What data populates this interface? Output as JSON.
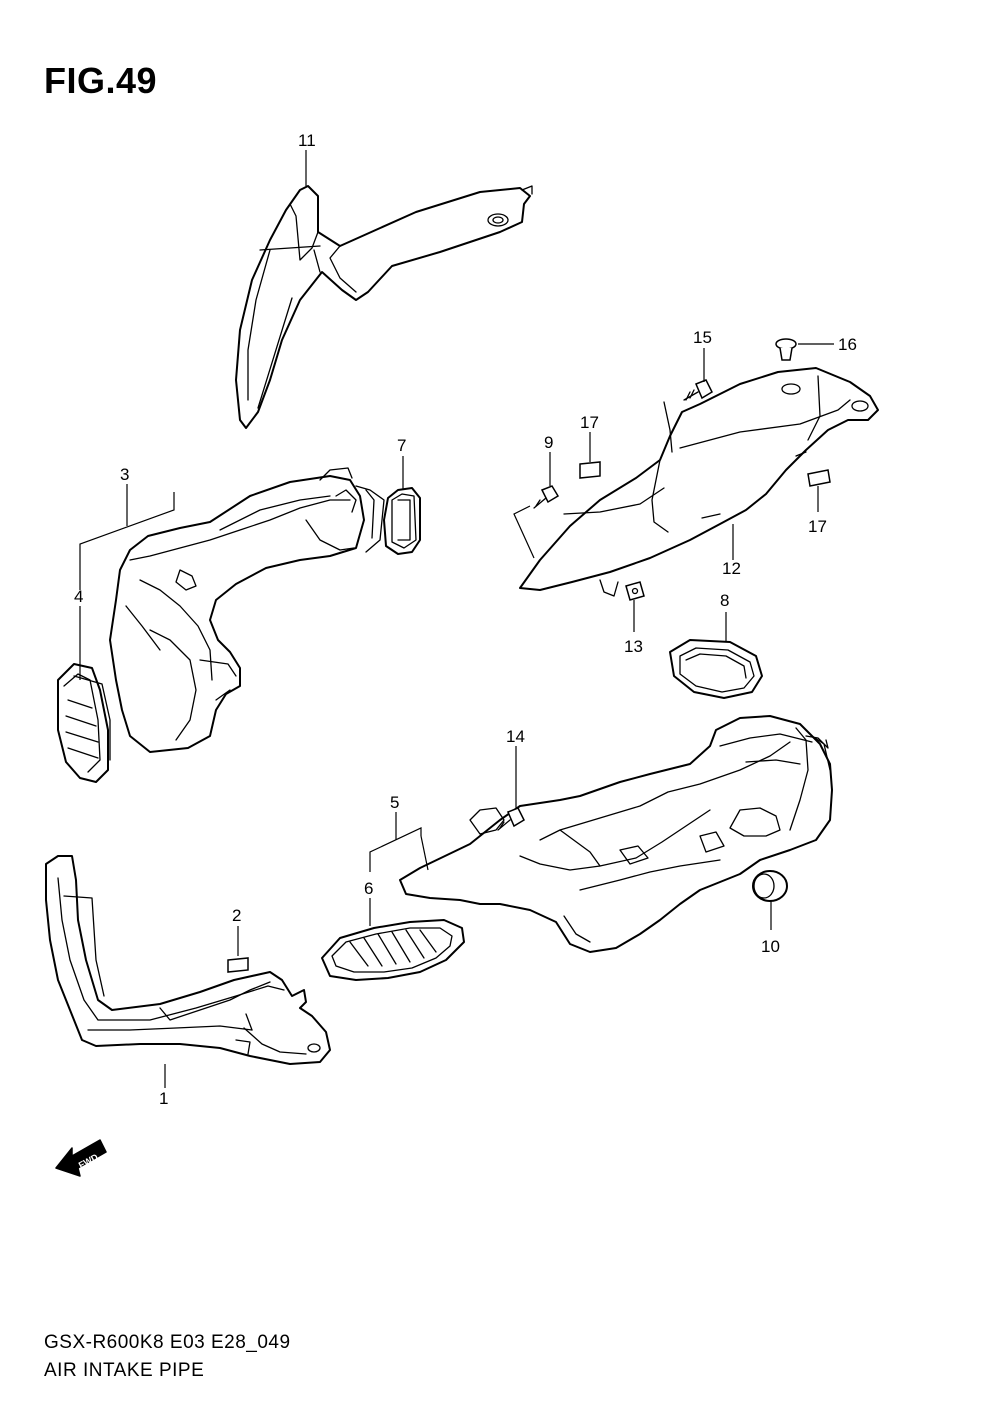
{
  "figure": {
    "title": "FIG.49",
    "code": "GSX-R600K8 E03 E28_049",
    "name": "AIR INTAKE PIPE"
  },
  "callouts": [
    "1",
    "2",
    "3",
    "4",
    "5",
    "6",
    "7",
    "8",
    "9",
    "10",
    "11",
    "12",
    "13",
    "14",
    "15",
    "16",
    "17",
    "17"
  ],
  "fwd_label": "FWD"
}
